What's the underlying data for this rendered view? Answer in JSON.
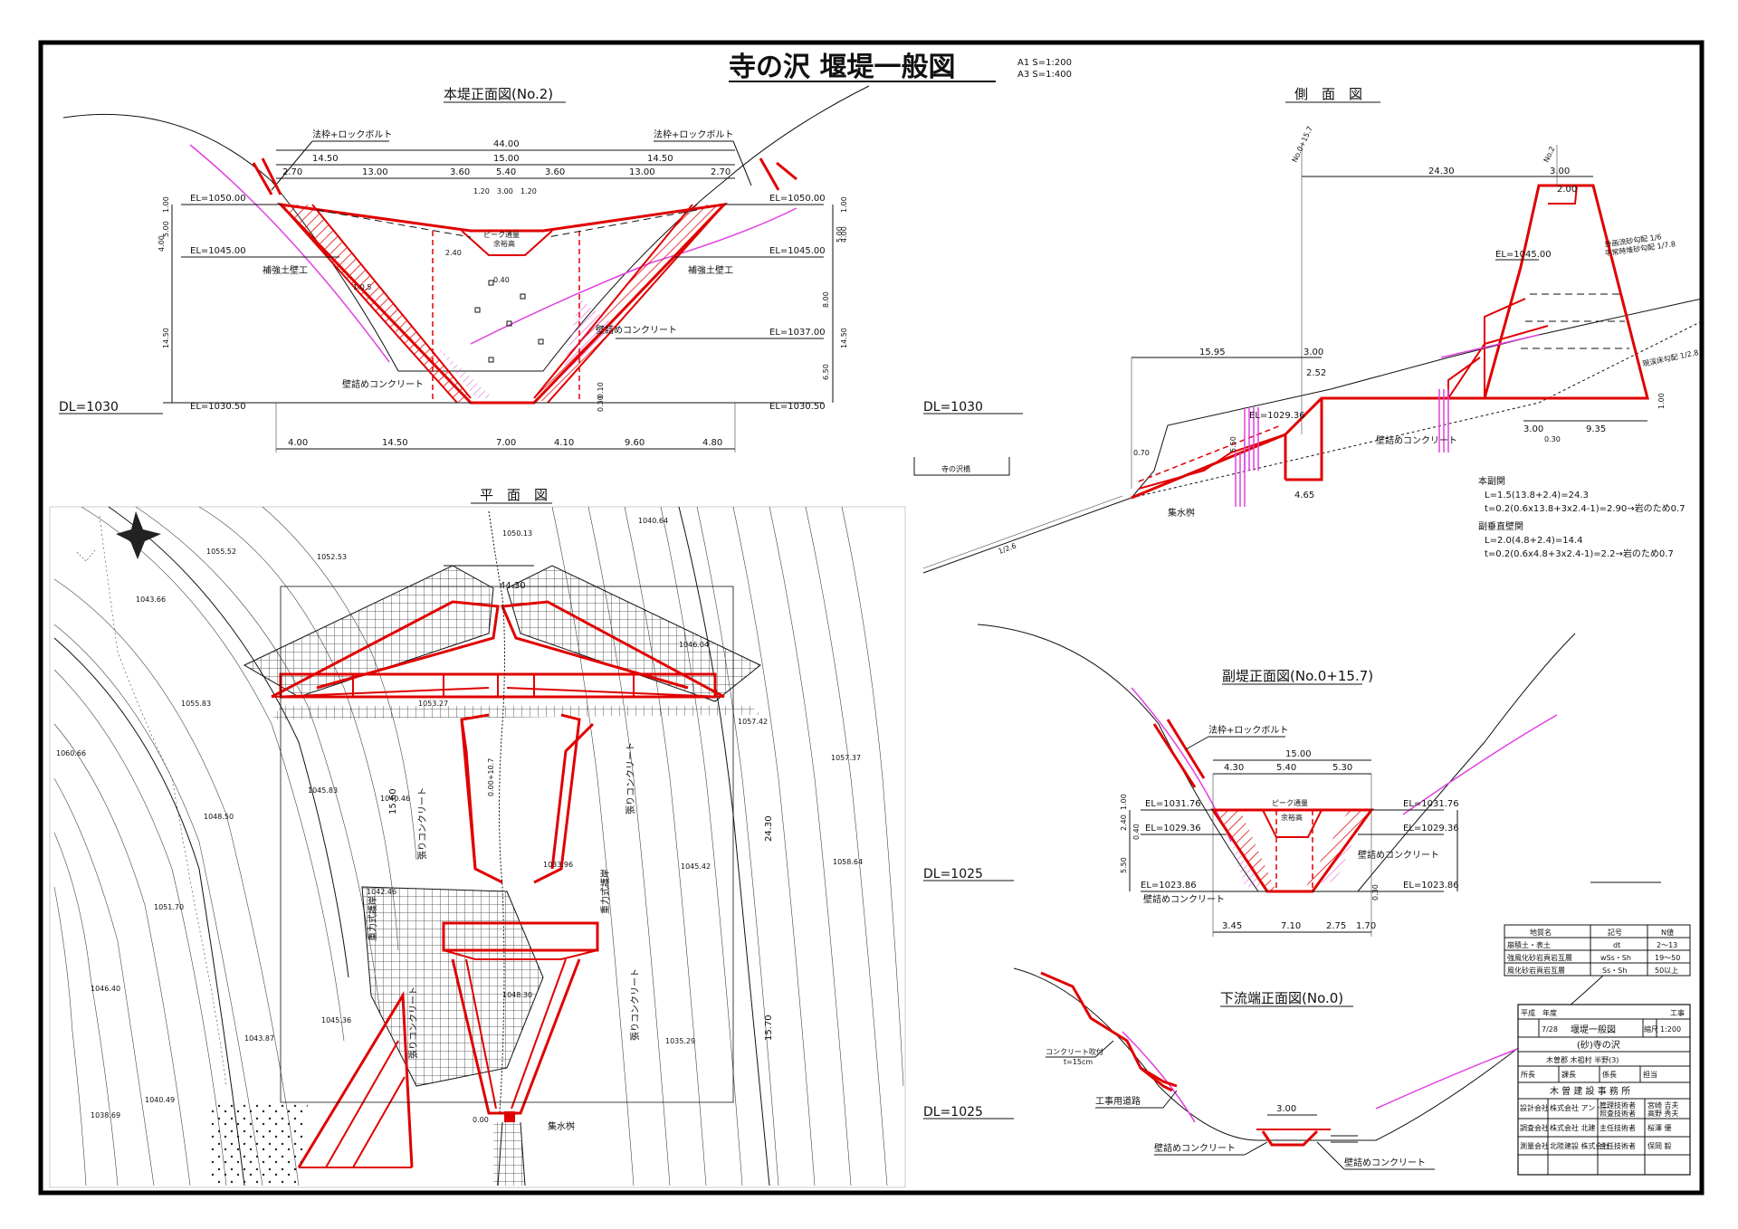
{
  "title": {
    "main": "寺の沢 堰堤一般図",
    "scale_a1": "A1 S=1:200",
    "scale_a3": "A3 S=1:400"
  },
  "views": {
    "front": "本堤正面図(No.2)",
    "side": "側　面　図",
    "plan": "平　面　図",
    "sub": "副堤正面図(No.0+15.7)",
    "downstream": "下流端正面図(No.0)"
  },
  "dl": {
    "front": "DL=1030",
    "side": "DL=1030",
    "plan_mid": "DL=1025",
    "plan_low": "DL=1025"
  },
  "front": {
    "top_total": "44.00",
    "dims_row1": [
      "14.50",
      "15.00",
      "14.50"
    ],
    "dims_row2": [
      "2.70",
      "13.00",
      "3.60",
      "5.40",
      "3.60",
      "13.00",
      "2.70"
    ],
    "dims_notch": [
      "1.20",
      "3.00",
      "1.20"
    ],
    "bottom_dims": [
      "4.00",
      "14.50",
      "7.00",
      "4.10",
      "9.60",
      "4.80"
    ],
    "elevations": [
      "EL=1050.00",
      "EL=1045.00",
      "EL=1037.00",
      "EL=1030.50"
    ],
    "left_elev": [
      "EL=1050.00",
      "EL=1045.00",
      "EL=1030.50"
    ],
    "left_vdims": [
      "1.00",
      "5.00",
      "4.00",
      "14.50"
    ],
    "right_vdims": [
      "1.00",
      "4.00",
      "5.00",
      "8.00",
      "14.50",
      "6.50"
    ],
    "labels": [
      "法枠+ロックボルト",
      "法枠+ロックボルト",
      "補強土壁工",
      "補強土壁工",
      "壁詰めコンクリート",
      "壁詰めコンクリート",
      "ピーク通量",
      "余裕高"
    ],
    "misc": [
      "2.40",
      "0.40",
      "0.30",
      "0.10",
      "1:0.5"
    ]
  },
  "side": {
    "dims": [
      "24.30",
      "3.00",
      "2.00",
      "15.95",
      "3.00",
      "2.52",
      "9.35",
      "3.00",
      "0.30",
      "4.65",
      "5.50",
      "1.00"
    ],
    "stations": [
      "No.0+15.7",
      "No.2"
    ],
    "elevations": [
      "EL=1045.00",
      "EL=1029.36"
    ],
    "labels": [
      "計画流砂勾配 1/6",
      "平常時堆砂勾配 1/7.8",
      "壁詰めコンクリート",
      "集水桝",
      "現渓床勾配 1/2.8",
      "1/2.6",
      "0.70",
      "寺の沢橋"
    ],
    "notes": [
      "本副関",
      "L=1.5(13.8+2.4)=24.3",
      "t=0.2(0.6x13.8+3x2.4-1)=2.90→岩のため0.7",
      "副垂直壁関",
      "L=2.0(4.8+2.4)=14.4",
      "t=0.2(0.6x4.8+3x2.4-1)=2.2→岩のため0.7"
    ]
  },
  "sub": {
    "dims_top": [
      "15.00",
      "4.30",
      "5.40",
      "5.30"
    ],
    "dims_bottom": [
      "3.45",
      "7.10",
      "2.75",
      "1.70"
    ],
    "elevations": [
      "EL=1031.76",
      "EL=1029.36",
      "EL=1023.86"
    ],
    "vdims": [
      "1.00",
      "2.40",
      "5.50",
      "0.40",
      "0.30"
    ],
    "labels": [
      "法枠+ロックボルト",
      "壁詰めコンクリート",
      "壁詰めコンクリート",
      "ピーク通量",
      "余裕高"
    ]
  },
  "downstream": {
    "dims": [
      "3.00"
    ],
    "labels": [
      "コンクリート吹付",
      "t=15cm",
      "工事用道路",
      "壁詰めコンクリート",
      "壁詰めコンクリート"
    ]
  },
  "plan": {
    "labels": [
      "張りコンクリート",
      "張りコンクリート",
      "重力式護岸",
      "張りコンクリート",
      "張りコンクリート",
      "集水桝",
      "重力式護岸"
    ],
    "dims": [
      "44.30",
      "15.60",
      "24.30",
      "15.70",
      "0.00+10.7",
      "0.00"
    ],
    "spot_elev": [
      "1040.64",
      "1055.52",
      "1043.66",
      "1052.53",
      "1046.04",
      "1055.83",
      "1060.66",
      "1048.50",
      "1045.83",
      "1040.46",
      "1053.27",
      "1045.36",
      "1042.46",
      "1048.30",
      "1051.70",
      "1046.40",
      "1043.87",
      "1040.49",
      "1038.69",
      "1035.29",
      "1050.13",
      "1033.96",
      "1045.42",
      "1057.37",
      "1057.42",
      "1058.64"
    ]
  },
  "legend": {
    "headers": [
      "地質名",
      "記号",
      "N値"
    ],
    "rows": [
      [
        "崩積土・表土",
        "dt",
        "2～13"
      ],
      [
        "強風化砂岩頁岩互層",
        "wSs・Sh",
        "19～50"
      ],
      [
        "風化砂岩頁岩互層",
        "Ss・Sh",
        "50以上"
      ]
    ]
  },
  "titleblock": {
    "era": "平成　年度",
    "kind": "工事",
    "sheet": "7/28",
    "drawing": "堰堤一般図",
    "scale_label": "縮尺",
    "scale": "1:200",
    "river": "(砂)寺の沢",
    "location": "木曽郡 木祖村 半野(3)",
    "office": "木 曽 建 設 事 務 所",
    "roles": [
      [
        "設計会社",
        "株式会社 アンドー",
        "管理技術者",
        "宮崎 吉夫"
      ],
      [
        "",
        "",
        "照査技術者",
        "高野 秀夫"
      ],
      [
        "調査会社",
        "株式会社 北建",
        "主任技術者",
        "桜澤 優"
      ],
      [
        "測量会社",
        "北陸建設 株式会社",
        "主任技術者",
        "保岡 毅"
      ]
    ],
    "approvals": [
      "所長",
      "課長",
      "係長",
      "担当"
    ]
  },
  "colors": {
    "structure": "#e00000",
    "geology": "#e040e0",
    "line": "#111111"
  }
}
